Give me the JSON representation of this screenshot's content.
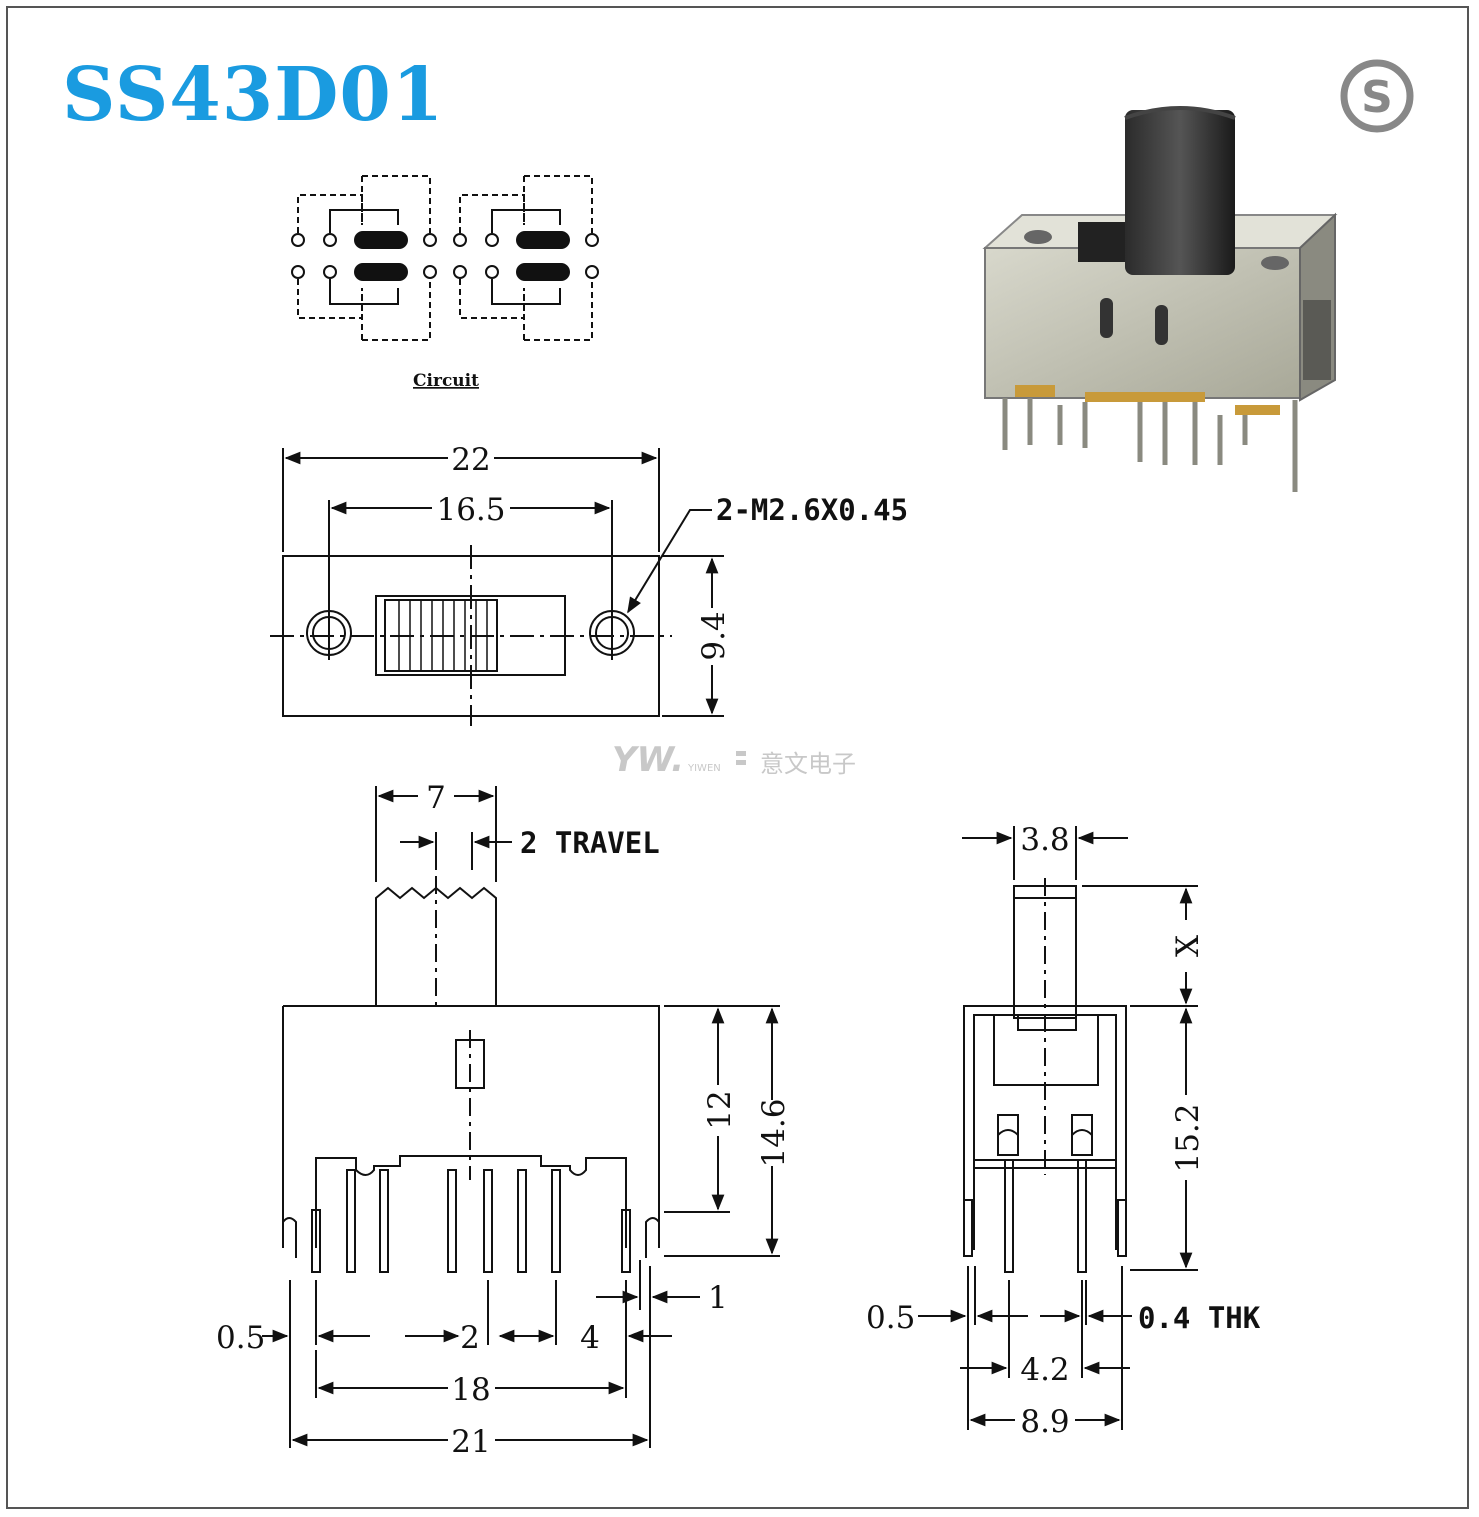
{
  "title": "SS43D01",
  "logo": {
    "letter": "S",
    "icon": "s-circle-logo-icon",
    "color": "#888888"
  },
  "accent_color": "#1a9be0",
  "circuit": {
    "caption": "Circuit"
  },
  "watermark": {
    "brand_mark": "YW.",
    "brand_en": "YIWEN",
    "brand_cn": "意文电子"
  },
  "top_view": {
    "overall_width": "22",
    "hole_pitch": "16.5",
    "hole_callout": "2-M2.6X0.45",
    "height": "9.4"
  },
  "front_view": {
    "actuator_width": "7",
    "travel": "2 TRAVEL",
    "body_height": "12",
    "total_height": "14.6",
    "tab_gap": "1",
    "pin_thickness": "0.5",
    "pin_pitch": "2",
    "pin_group_gap": "4",
    "outer_pin_span": "18",
    "overall_width": "21"
  },
  "side_view": {
    "actuator_width": "3.8",
    "actuator_height": "X",
    "height": "15.2",
    "pin_width": "0.5",
    "pin_thickness": "0.4 THK",
    "pin_row_pitch": "4.2",
    "overall_depth": "8.9"
  }
}
